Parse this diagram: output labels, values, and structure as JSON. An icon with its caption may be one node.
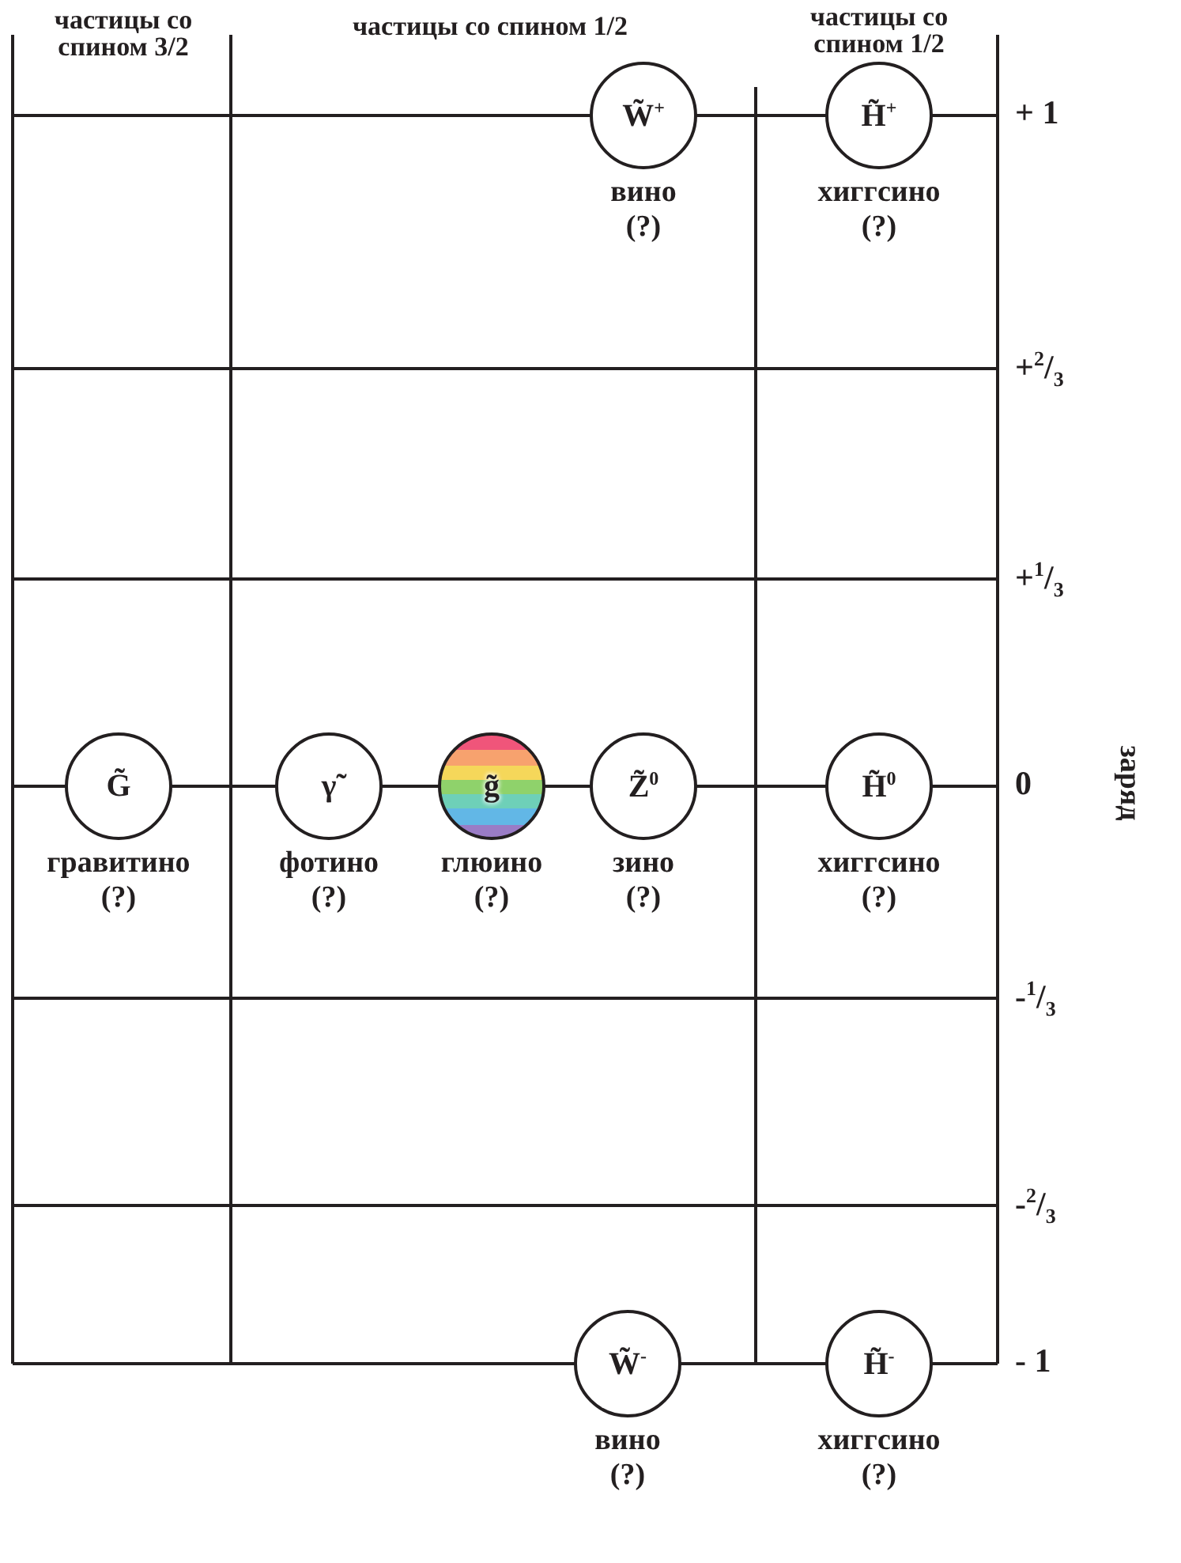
{
  "diagram": {
    "nodes": [
      {
        "text": [
          "W̃$^{+}$"
        ],
        "beside": [
          "вино",
          "(?)"
        ]
      },
      {
        "text": [
          "H̃$^{+}$"
        ],
        "beside": [
          "хиггсино",
          "(?)"
        ]
      },
      {
        "text": [
          "G̃"
        ],
        "beside": [
          "гравитино",
          "(?)"
        ]
      },
      {
        "text": [
          "γ̃"
        ],
        "beside": [
          "фотино",
          "(?)"
        ]
      },
      {
        "text": [
          "g̃"
        ],
        "beside": [
          "глюино",
          "(?)"
        ]
      },
      {
        "text": [
          "Z̃$^{0}$"
        ],
        "beside": [
          "зино",
          "(?)"
        ]
      },
      {
        "text": [
          "H̃$^{0}$"
        ],
        "beside": [
          "хиггсино",
          "(?)"
        ]
      },
      {
        "text": [
          "W̃$^{-}$"
        ],
        "beside": [
          "вино",
          "(?)"
        ]
      },
      {
        "text": [
          "H̃$^{-}$"
        ],
        "beside": [
          "хиггсино",
          "(?)"
        ]
      }
    ],
    "labels": [
      "частицы со спином 3/2",
      "частицы со спином 1/2",
      "частицы со спином 1/2",
      "+ 1",
      "+$^{2}$/$_{3}$",
      "+$^{1}$/$_{3}$",
      "0",
      "-$^{1}$/$_{3}$",
      "-$^{2}$/$_{3}$",
      "- 1",
      "заряд"
    ]
  }
}
